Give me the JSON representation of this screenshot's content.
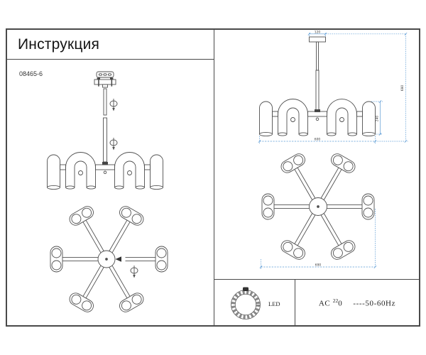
{
  "title": "Инструкция",
  "model": "08465-6",
  "dimensions": {
    "canopy_width": "120",
    "overall_height": "680",
    "shade_height": "240",
    "body_width": "600",
    "top_view_width": "690"
  },
  "spec": {
    "led_label": "LED",
    "power": {
      "ac": "AC",
      "sup": "22",
      "zero": "0",
      "freq": "----50-60Hz"
    }
  },
  "colors": {
    "line_dark": "#4a4a4a",
    "drawing_line": "#4f4f4f",
    "dimension_blue": "#5b9bd5"
  }
}
